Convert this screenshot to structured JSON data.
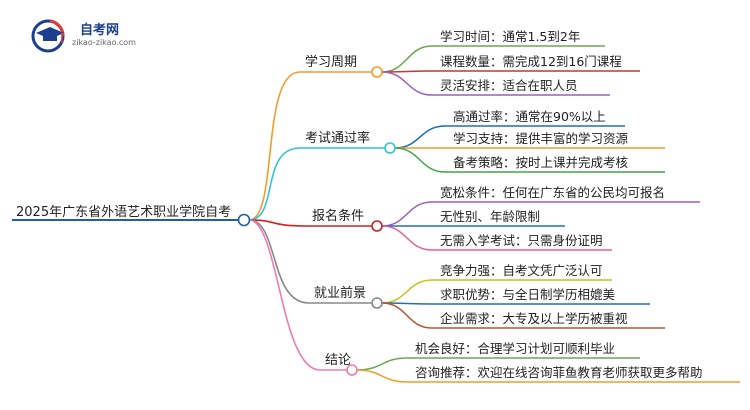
{
  "logo": {
    "name": "自考网",
    "url_text": "zikao-zikao.com"
  },
  "root": {
    "label": "2025年广东省外语艺术职业学院自考"
  },
  "branches": [
    {
      "label": "学习周期",
      "color": "#f39c2b",
      "leaves": [
        {
          "text": "学习时间：通常1.5到2年",
          "color": "#6aa84f"
        },
        {
          "text": "课程数量：需完成12到16门课程",
          "color": "#cc3333"
        },
        {
          "text": "灵活安排：适合在职人员",
          "color": "#9b5fc0"
        }
      ]
    },
    {
      "label": "考试通过率",
      "color": "#2ec4d6",
      "leaves": [
        {
          "text": "高通过率：通常在90%以上",
          "color": "#1f6fbf"
        },
        {
          "text": "学习支持：提供丰富的学习资源",
          "color": "#f39c2b"
        },
        {
          "text": "备考策略：按时上课并完成考核",
          "color": "#3aa845"
        }
      ]
    },
    {
      "label": "报名条件",
      "color": "#cc2222",
      "leaves": [
        {
          "text": "宽松条件：任何在广东省的公民均可报名",
          "color": "#9b5fc0"
        },
        {
          "text": "无性别、年龄限制",
          "color": "#1f6fbf"
        },
        {
          "text": "无需入学考试：只需身份证明",
          "color": "#e85d9a"
        }
      ]
    },
    {
      "label": "就业前景",
      "color": "#888888",
      "leaves": [
        {
          "text": "竞争力强：自考文凭广泛认可",
          "color": "#c9c21a"
        },
        {
          "text": "求职优势：与全日制学历相媲美",
          "color": "#1f6fbf"
        },
        {
          "text": "企业需求：大专及以上学历被重视",
          "color": "#b5532a"
        }
      ]
    },
    {
      "label": "结论",
      "color": "#f07ab4",
      "leaves": [
        {
          "text": "机会良好：合理学习计划可顺利毕业",
          "color": "#6aa84f"
        },
        {
          "text": "咨询推荐：欢迎在线咨询菲鱼教育老师获取更多帮助",
          "color": "#f39c2b"
        }
      ]
    }
  ],
  "colors": {
    "root_line": "#1f5fa8",
    "logo_blue": "#1a3f8f",
    "logo_red": "#e03a3a"
  }
}
